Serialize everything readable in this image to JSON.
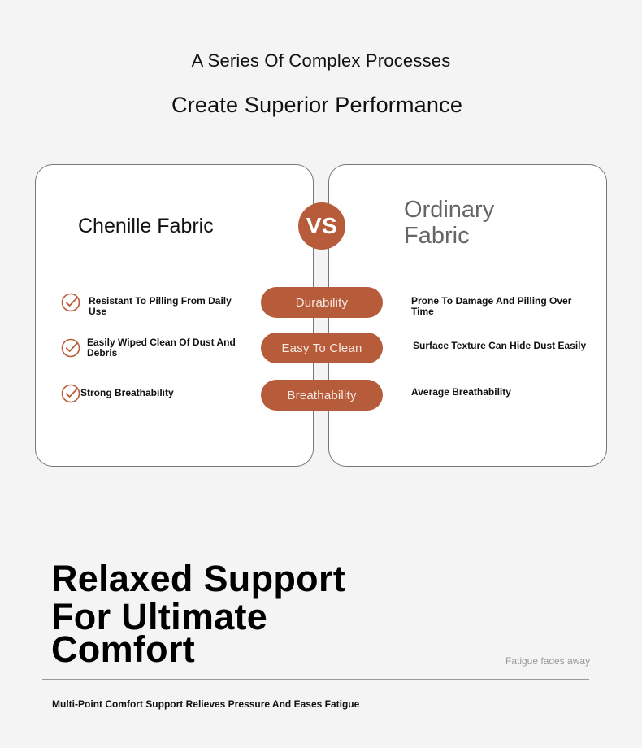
{
  "header": {
    "line1": "A Series Of Complex Processes",
    "line2": "Create Superior Performance"
  },
  "comparison": {
    "left_title": "Chenille Fabric",
    "right_title_line1": "Ordinary",
    "right_title_line2": "Fabric",
    "vs_label": "VS",
    "rows": [
      {
        "left": "Resistant To Pilling From Daily Use",
        "feature": "Durability",
        "right": "Prone To Damage And Pilling Over Time"
      },
      {
        "left": "Easily Wiped Clean Of Dust And Debris",
        "feature": "Easy To Clean",
        "right": "Surface Texture Can Hide Dust Easily"
      },
      {
        "left": "Strong Breathability",
        "feature": "Breathability",
        "right": "Average Breathability"
      }
    ],
    "check_icon": "check-circle-icon"
  },
  "comfort": {
    "title_line1": "Relaxed Support",
    "title_line2": "For Ultimate",
    "title_line3": "Comfort",
    "side_note": "Fatigue fades away",
    "description": "Multi-Point Comfort Support Relieves Pressure And Eases Fatigue"
  },
  "colors": {
    "accent": "#b75c3a",
    "background": "#f4f4f4",
    "card": "#ffffff"
  }
}
